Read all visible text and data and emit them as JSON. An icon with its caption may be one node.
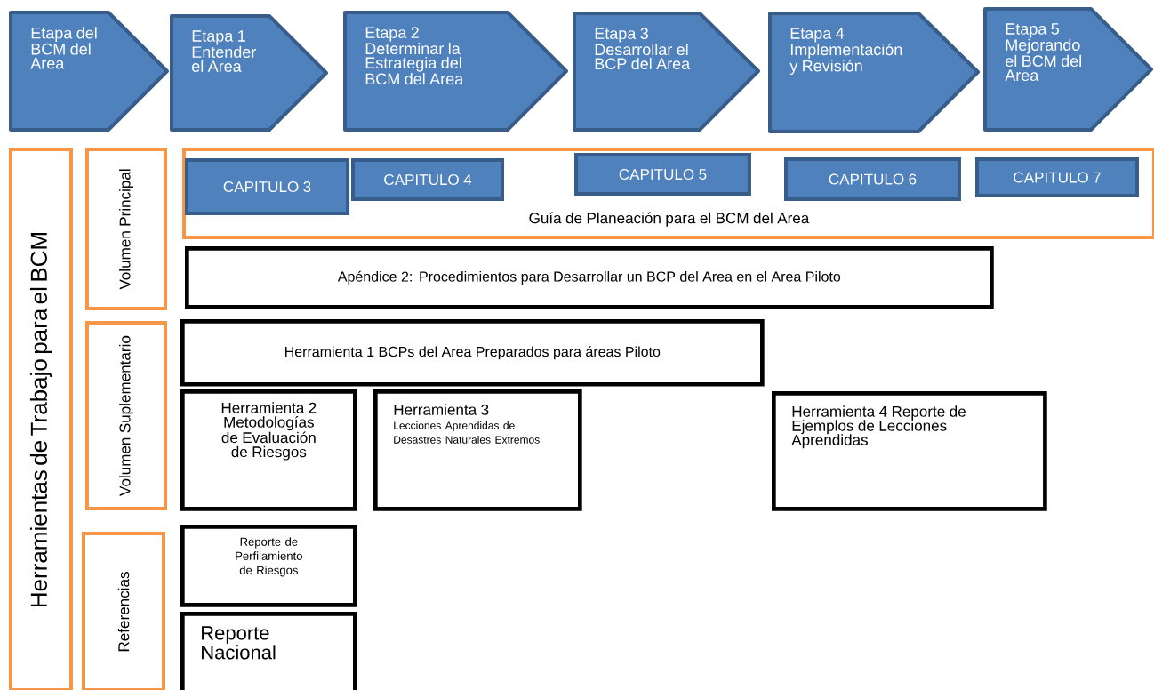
{
  "diagram": {
    "nodes": [
      {
        "text": [
          "Etapa del BCM del Area"
        ]
      },
      {
        "text": [
          "Etapa 1 Entender el Area"
        ]
      },
      {
        "text": [
          "Etapa 2 Determinar la Estrategia del BCM del Area"
        ]
      },
      {
        "text": [
          "Etapa 3 Desarrollar el BCP del Area"
        ]
      },
      {
        "text": [
          "Etapa 4 Implementación y Revisión"
        ]
      },
      {
        "text": [
          "Etapa 5 Mejorando el BCM del Area"
        ]
      },
      {
        "text": [
          "Herramientas de Trabajo para el BCM"
        ]
      },
      {
        "text": [
          "Volumen Principal"
        ]
      },
      {
        "text": [
          "Volumen Suplementario"
        ]
      },
      {
        "text": [
          "Referencias"
        ]
      },
      {
        "text": [
          "Guía de Planeación para el BCM del Area"
        ]
      },
      {
        "text": [
          "CAPITULO 3"
        ],
        "in": 10
      },
      {
        "text": [
          "CAPITULO 4"
        ],
        "in": 10
      },
      {
        "text": [
          "CAPITULO 5"
        ],
        "in": 10
      },
      {
        "text": [
          "CAPITULO 6"
        ],
        "in": 10
      },
      {
        "text": [
          "CAPITULO 7"
        ],
        "in": 10
      },
      {
        "text": [
          "Apéndice 2: Procedimientos para Desarrollar un BCP del Area en el Area Piloto"
        ]
      },
      {
        "text": [
          "Herramienta 1  BCPs del Area Preparados para áreas Piloto"
        ]
      },
      {
        "text": [
          "Herramienta 2 Metodologías de Evaluación de Riesgos"
        ]
      },
      {
        "text": [
          "Herramienta 3",
          "Lecciones Aprendidas de Desastres Naturales Extremos"
        ]
      },
      {
        "text": [
          "Herramienta 4 Reporte de Ejemplos de Lecciones Aprendidas"
        ]
      },
      {
        "text": [
          "Reporte de Perfilamiento de Riesgos"
        ]
      },
      {
        "text": [
          "Reporte Nacional"
        ]
      }
    ]
  }
}
